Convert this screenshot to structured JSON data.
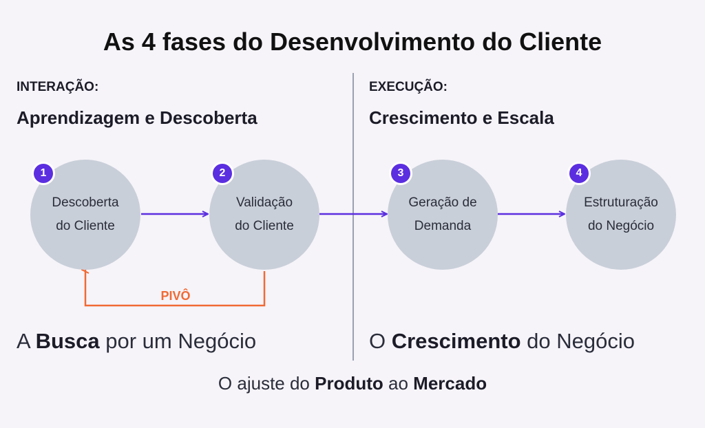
{
  "title": "As 4 fases do Desenvolvimento do Cliente",
  "left_section": {
    "label": "INTERAÇÃO:",
    "title": "Aprendizagem e Descoberta",
    "phrase": {
      "prefix": "A ",
      "bold": "Busca",
      "suffix": " por um Negócio"
    }
  },
  "right_section": {
    "label": "EXECUÇÃO:",
    "title": "Crescimento e Escala",
    "phrase": {
      "prefix": "O ",
      "bold": "Crescimento",
      "suffix": " do Negócio"
    }
  },
  "phases": [
    {
      "number": "1",
      "line1": "Descoberta",
      "line2": "do Cliente"
    },
    {
      "number": "2",
      "line1": "Validação",
      "line2": "do Cliente"
    },
    {
      "number": "3",
      "line1": "Geração de",
      "line2": "Demanda"
    },
    {
      "number": "4",
      "line1": "Estruturação",
      "line2": "do Negócio"
    }
  ],
  "pivot_label": "PIVÔ",
  "bottom": {
    "prefix": "O ajuste do ",
    "bold1": "Produto",
    "middle": " ao ",
    "bold2": "Mercado"
  },
  "colors": {
    "arrow": "#5b2ee0",
    "pivot": "#f06a35",
    "circle": "#c9cfd9",
    "badge": "#5b2ee0"
  }
}
